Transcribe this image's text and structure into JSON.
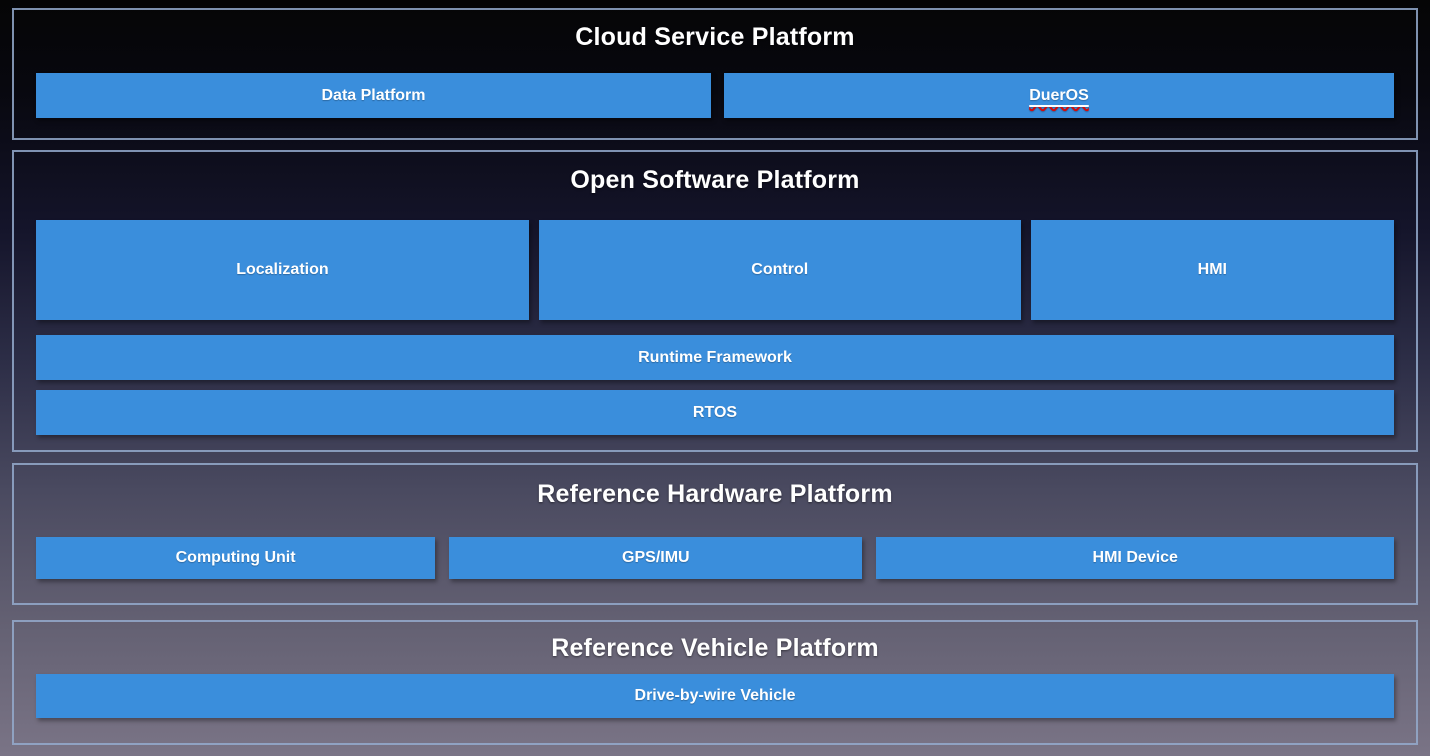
{
  "colors": {
    "box_blue": "#3a8edc",
    "section_border": "#94aacd",
    "title_text": "#ffffff",
    "box_text": "#ffffff",
    "spellcheck_squiggle": "#d40b0b",
    "background_top": "#050506",
    "background_bottom": "#7a7486"
  },
  "sections": [
    {
      "title": "Cloud Service Platform",
      "boxes": [
        {
          "label": "Data Platform"
        },
        {
          "label": "DuerOS",
          "note": "underlined with red spellcheck squiggle"
        }
      ]
    },
    {
      "title": "Open Software Platform",
      "boxes": [
        {
          "label": "Localization"
        },
        {
          "label": "Control"
        },
        {
          "label": "HMI"
        }
      ],
      "bars": [
        {
          "label": "Runtime Framework"
        },
        {
          "label": "RTOS"
        }
      ]
    },
    {
      "title": "Reference Hardware Platform",
      "boxes": [
        {
          "label": "Computing Unit"
        },
        {
          "label": "GPS/IMU"
        },
        {
          "label": "HMI Device"
        }
      ]
    },
    {
      "title": "Reference Vehicle Platform",
      "bars": [
        {
          "label": "Drive-by-wire Vehicle"
        }
      ]
    }
  ]
}
